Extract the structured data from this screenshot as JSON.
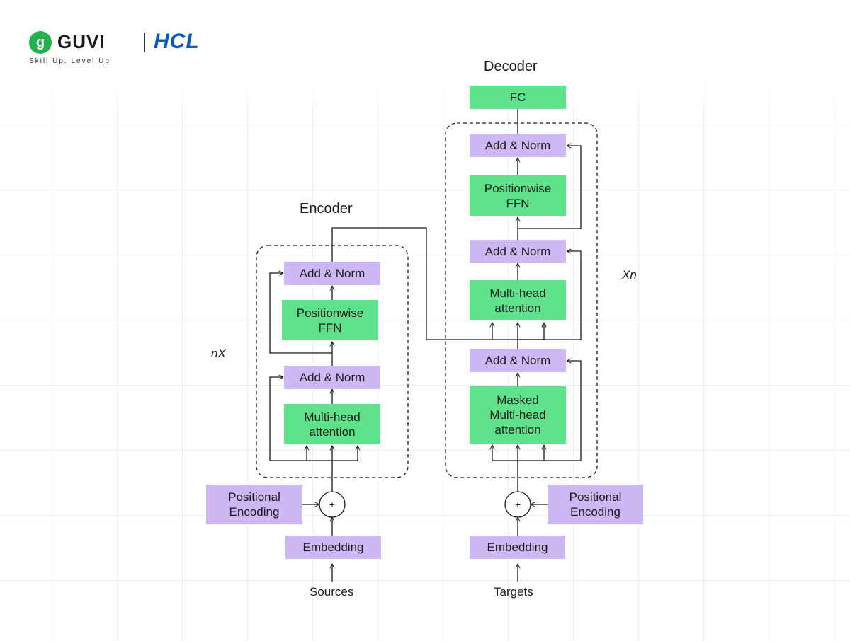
{
  "brand": {
    "logo_mark": "g",
    "name": "GUVI",
    "partner": "HCL",
    "tagline": "Skill Up. Level Up",
    "green": "#22b14c",
    "blue": "#0a59b7"
  },
  "colors": {
    "purple": "#cdb8f3",
    "green": "#5ee38c",
    "line": "#1a1a1a"
  },
  "encoder": {
    "title": "Encoder",
    "repeat_label": "nX",
    "add_norm_top": "Add & Norm",
    "ffn": "Positionwise\nFFN",
    "add_norm_bottom": "Add & Norm",
    "attention": "Multi-head\nattention",
    "positional_encoding": "Positional\nEncoding",
    "plus": "+",
    "embedding": "Embedding",
    "input": "Sources"
  },
  "decoder": {
    "title": "Decoder",
    "repeat_label": "Xn",
    "fc": "FC",
    "add_norm_top": "Add & Norm",
    "ffn": "Positionwise\nFFN",
    "add_norm_middle": "Add & Norm",
    "cross_attention": "Multi-head\nattention",
    "add_norm_bottom": "Add & Norm",
    "masked_attention": "Masked\nMulti-head\nattention",
    "positional_encoding": "Positional\nEncoding",
    "plus": "+",
    "embedding": "Embedding",
    "input": "Targets"
  }
}
